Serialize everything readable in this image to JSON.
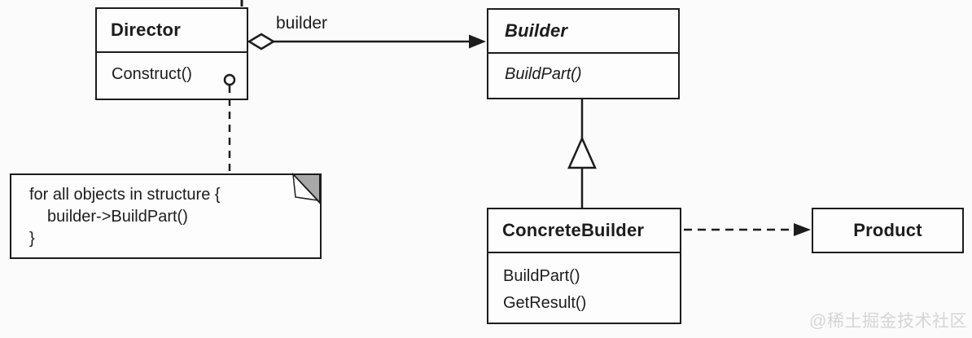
{
  "diagram_type": "UML class diagram (Builder design pattern)",
  "classes": {
    "director": {
      "name": "Director",
      "methods": [
        "Construct()"
      ]
    },
    "builder": {
      "name": "Builder",
      "abstract": true,
      "methods": [
        "BuildPart()"
      ]
    },
    "concrete_builder": {
      "name": "ConcreteBuilder",
      "methods": [
        "BuildPart()",
        "GetResult()"
      ]
    },
    "product": {
      "name": "Product"
    }
  },
  "relations": {
    "aggregation": {
      "label": "builder",
      "from": "Director",
      "to": "Builder"
    },
    "generalization": {
      "from": "ConcreteBuilder",
      "to": "Builder"
    },
    "dependency": {
      "from": "ConcreteBuilder",
      "to": "Product"
    },
    "note_anchor": {
      "from": "Construct()",
      "to": "note"
    }
  },
  "note": {
    "lines": [
      "for all objects in structure {",
      "builder->BuildPart()",
      "}"
    ]
  },
  "watermark": "@稀土掘金技术社区",
  "colors": {
    "line": "#1c1c1c",
    "background": "#fbfbfb",
    "box_fill": "#fdfdfd",
    "fold_fill": "#a8a8a8",
    "watermark": "#d5d5d5"
  }
}
